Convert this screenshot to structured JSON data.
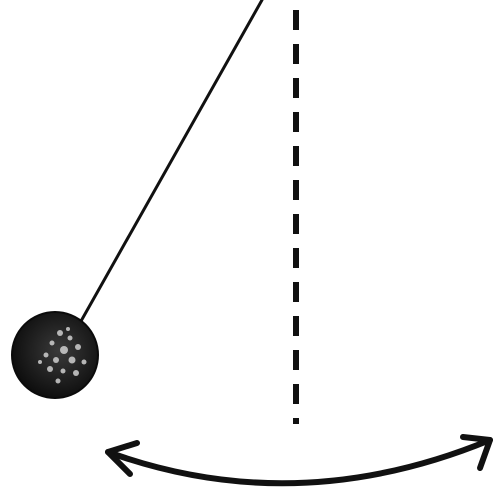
{
  "figure": {
    "subject": "pendulum",
    "elements": [
      "string",
      "bob",
      "vertical-reference-line",
      "swing-arc-arrow"
    ],
    "colors": {
      "ink": "#111111",
      "bob_highlight": "#cfcfcf",
      "background": "#ffffff"
    }
  }
}
